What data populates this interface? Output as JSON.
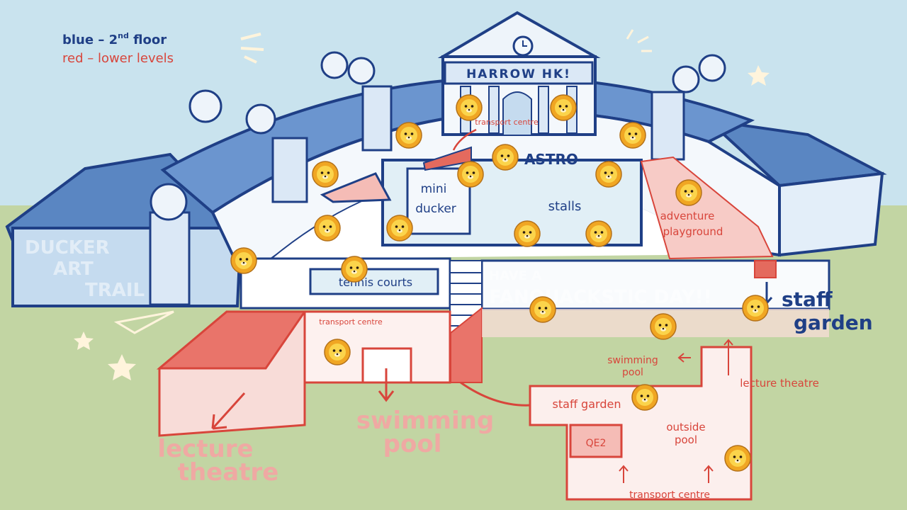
{
  "legend": {
    "blue_label": "blue – 2",
    "blue_sup": "nd",
    "blue_tail": " floor",
    "red_label": "red – lower levels"
  },
  "building": {
    "name": "HARROW HK!",
    "astro": "ASTRO",
    "mural_top": "HAVE A",
    "mural_bottom": "FANQUACKSTIC DAY!!",
    "ducker_trail": [
      "DUCKER",
      "ART",
      "TRAIL"
    ]
  },
  "labels": {
    "transport_centre_top": "transport centre",
    "mini_ducker_1": "mini",
    "mini_ducker_2": "ducker",
    "stalls": "stalls",
    "adventure_1": "adventure",
    "adventure_2": "playground",
    "tennis_courts": "tennis courts",
    "staff_garden_big_1": "staff",
    "staff_garden_big_2": "garden",
    "transport_centre_mid": "transport centre",
    "swimming_pool_big_1": "swimming",
    "swimming_pool_big_2": "pool",
    "lecture_theatre_big_1": "lecture",
    "lecture_theatre_big_2": "theatre",
    "swimming_pool_small_1": "swimming",
    "swimming_pool_small_2": "pool",
    "lecture_theatre_small": "lecture theatre",
    "staff_garden_small": "staff garden",
    "outside_pool_1": "outside",
    "outside_pool_2": "pool",
    "qe2": "QE2",
    "transport_centre_bottom": "transport centre"
  },
  "markers": {
    "icon": "lion-face-icon",
    "count": 22
  },
  "colors": {
    "sky": "#c9e3ee",
    "grass": "#c2d5a3",
    "blue_ink": "#1f3f86",
    "red_ink": "#d8453b",
    "roof_blue": "#5a86c2",
    "pale_red": "#f6d6d2"
  }
}
